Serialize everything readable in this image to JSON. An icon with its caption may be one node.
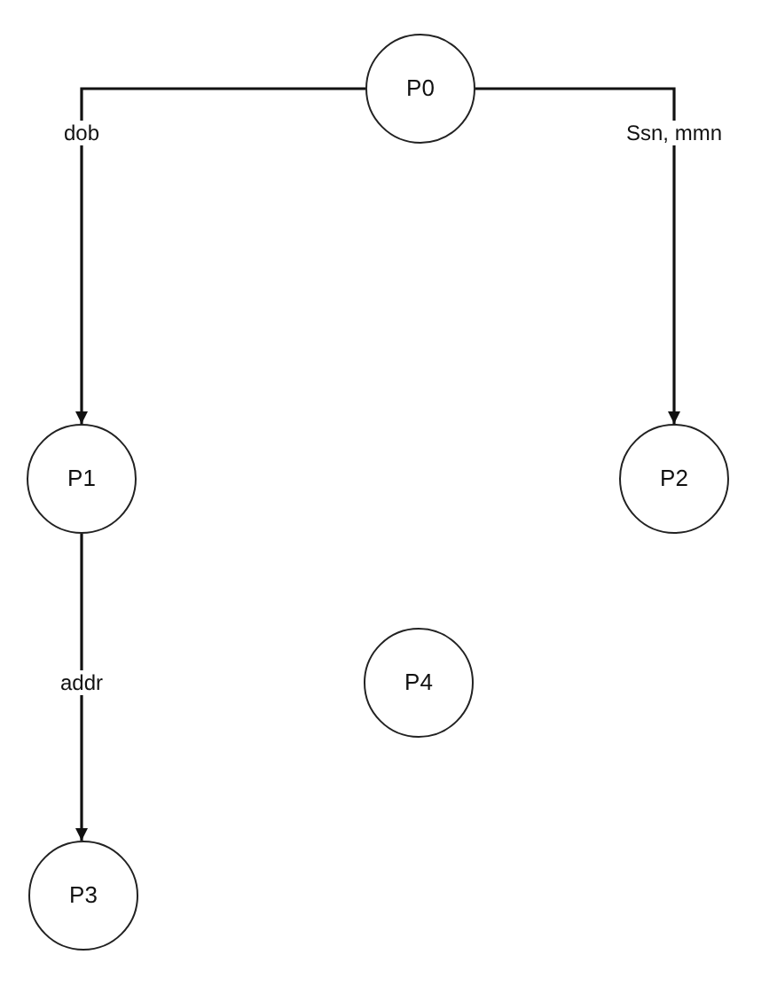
{
  "diagram": {
    "nodes": [
      {
        "text": [
          "P0"
        ]
      },
      {
        "text": [
          "P1"
        ]
      },
      {
        "text": [
          "P2"
        ]
      },
      {
        "text": [
          "P3"
        ]
      },
      {
        "text": [
          "P4"
        ]
      }
    ],
    "edges": [
      {
        "from": 0,
        "to": 1,
        "arrow": "to",
        "label": "dob"
      },
      {
        "from": 0,
        "to": 2,
        "arrow": "to",
        "label": "Ssn, mmn"
      },
      {
        "from": 1,
        "to": 3,
        "arrow": "to",
        "label": "addr"
      }
    ]
  }
}
